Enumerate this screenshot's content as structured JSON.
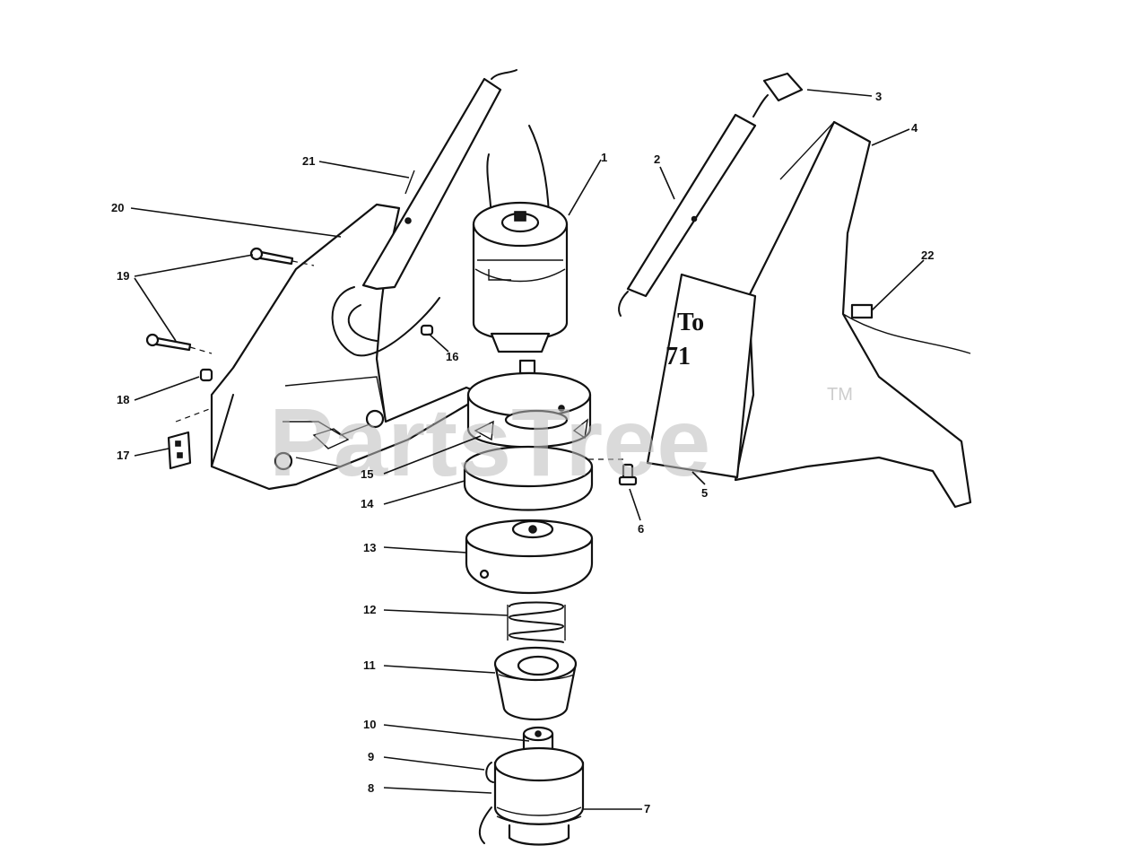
{
  "watermark": {
    "text": "PartsTree",
    "trademark": "TM"
  },
  "decal_text": {
    "line1": "To",
    "line2": "71"
  },
  "callouts": [
    {
      "id": "1",
      "label": "1"
    },
    {
      "id": "2",
      "label": "2"
    },
    {
      "id": "3",
      "label": "3"
    },
    {
      "id": "4",
      "label": "4"
    },
    {
      "id": "5",
      "label": "5"
    },
    {
      "id": "6",
      "label": "6"
    },
    {
      "id": "7",
      "label": "7"
    },
    {
      "id": "8",
      "label": "8"
    },
    {
      "id": "9",
      "label": "9"
    },
    {
      "id": "10",
      "label": "10"
    },
    {
      "id": "11",
      "label": "11"
    },
    {
      "id": "12",
      "label": "12"
    },
    {
      "id": "13",
      "label": "13"
    },
    {
      "id": "14",
      "label": "14"
    },
    {
      "id": "15",
      "label": "15"
    },
    {
      "id": "16",
      "label": "16"
    },
    {
      "id": "17",
      "label": "17"
    },
    {
      "id": "18",
      "label": "18"
    },
    {
      "id": "19",
      "label": "19"
    },
    {
      "id": "20",
      "label": "20"
    },
    {
      "id": "21",
      "label": "21"
    },
    {
      "id": "22",
      "label": "22"
    }
  ]
}
